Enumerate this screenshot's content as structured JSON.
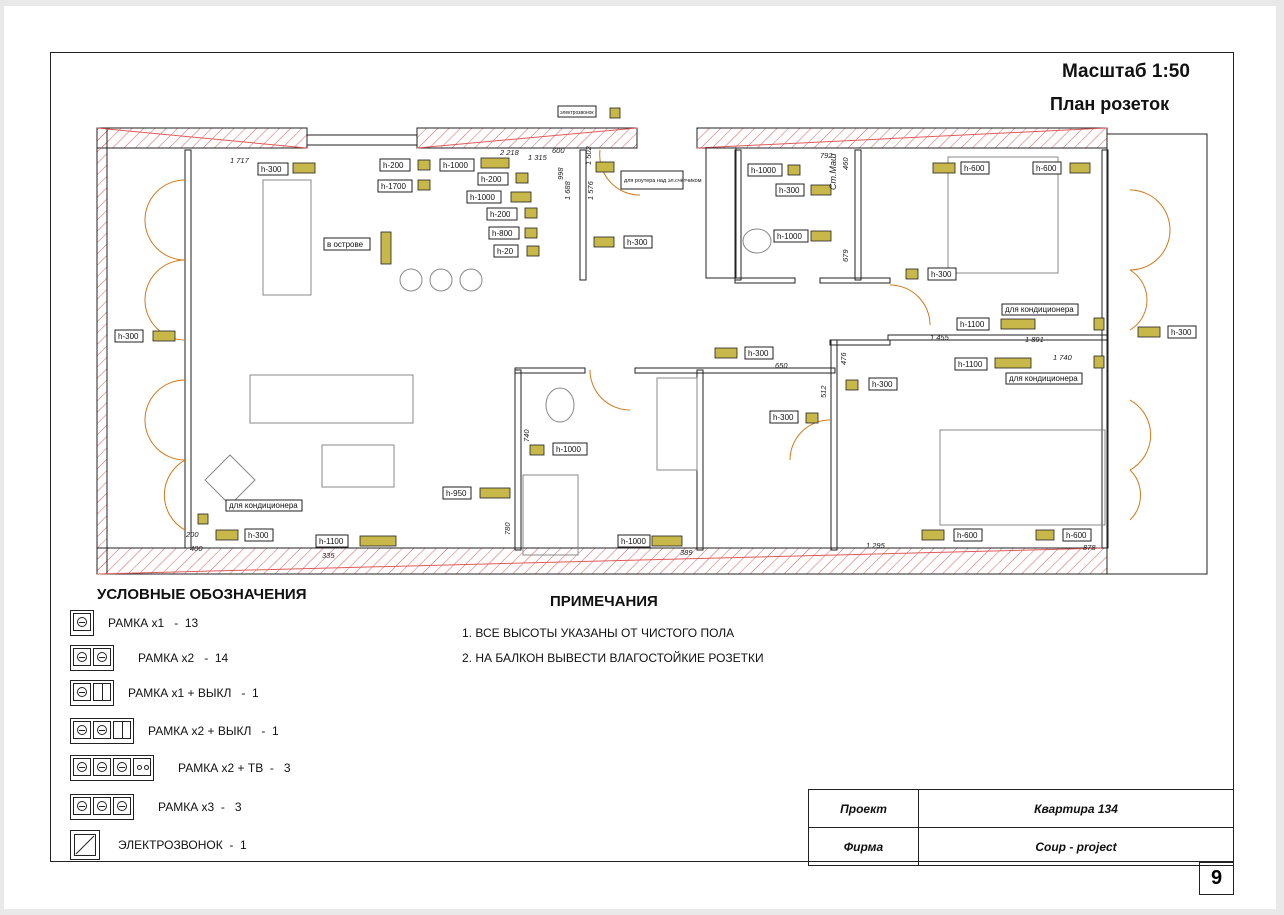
{
  "header": {
    "scale": "Масштаб 1:50",
    "plan_title": "План розеток"
  },
  "legend": {
    "title": "УСЛОВНЫЕ ОБОЗНАЧЕНИЯ",
    "items": [
      {
        "label": "РАМКА х1   -  13",
        "icon": "single-socket-icon"
      },
      {
        "label": "РАМКА х2   -  14",
        "icon": "double-socket-icon"
      },
      {
        "label": "РАМКА х1 + ВЫКЛ   -  1",
        "icon": "socket-switch-icon"
      },
      {
        "label": "РАМКА х2 + ВЫКЛ   -  1",
        "icon": "double-socket-switch-icon"
      },
      {
        "label": "РАМКА х2 + ТВ  -   3",
        "icon": "double-socket-tv-icon"
      },
      {
        "label": "РАМКА х3  -   3",
        "icon": "triple-socket-icon"
      },
      {
        "label": "ЭЛЕКТРОЗВОНОК  -  1",
        "icon": "doorbell-icon"
      }
    ]
  },
  "notes": {
    "title": "ПРИМЕЧАНИЯ",
    "items": [
      "1. ВСЕ ВЫСОТЫ УКАЗАНЫ ОТ ЧИСТОГО ПОЛА",
      "2. НА БАЛКОН ВЫВЕСТИ ВЛАГОСТОЙКИЕ РОЗЕТКИ"
    ]
  },
  "stamp": {
    "project_label": "Проект",
    "project_value": "Квартира 134",
    "firm_label": "Фирма",
    "firm_value": "Coup - project"
  },
  "page_number": "9",
  "plan": {
    "tags": [
      "h-300",
      "h-200",
      "h-1000",
      "h-1700",
      "h-200",
      "h-1000",
      "h-200",
      "h-800",
      "h-20",
      "h-300",
      "в острове",
      "электрозвонок",
      "для роутера над эл.счётчиком",
      "h-1000",
      "h-300",
      "h-1000",
      "h-600",
      "h-600",
      "h-300",
      "для кондиционера",
      "h-1100",
      "h-1100",
      "для кондиционера",
      "h-300",
      "h-300",
      "h-300",
      "h-300",
      "h-300",
      "h-1000",
      "h-950",
      "для кондиционера",
      "h-300",
      "h-1100",
      "h-1000",
      "h-600",
      "h-600"
    ],
    "dims": [
      "1 717",
      "2 218",
      "1 315",
      "600",
      "1 576",
      "1 688",
      "998",
      "1 502",
      "792",
      "460",
      "679",
      "1 455",
      "1 891",
      "1 740",
      "650",
      "476",
      "512",
      "740",
      "780",
      "389",
      "335",
      "400",
      "1 295",
      "878",
      "200",
      "Ст.Маш"
    ]
  }
}
